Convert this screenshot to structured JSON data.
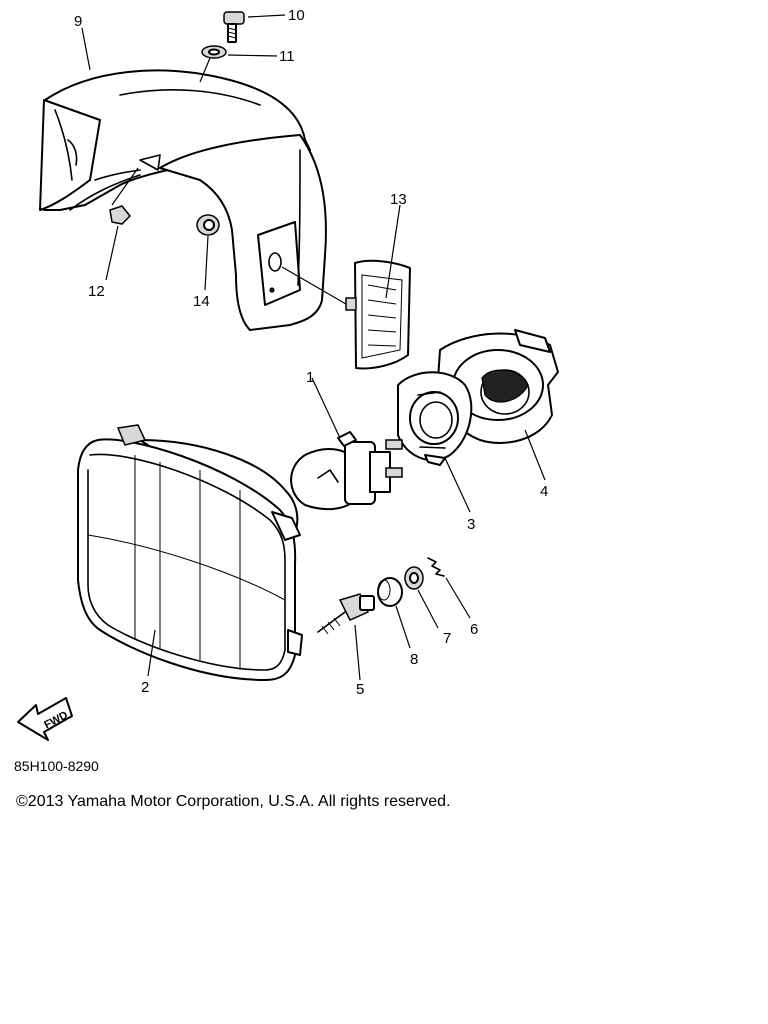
{
  "diagram": {
    "callouts": [
      "1",
      "2",
      "3",
      "4",
      "5",
      "6",
      "7",
      "8",
      "9",
      "10",
      "11",
      "12",
      "13",
      "14"
    ],
    "fwd_label": "FWD"
  },
  "footer": {
    "code": "85H100-8290",
    "copyright": "©2013 Yamaha Motor Corporation, U.S.A. All rights reserved."
  }
}
